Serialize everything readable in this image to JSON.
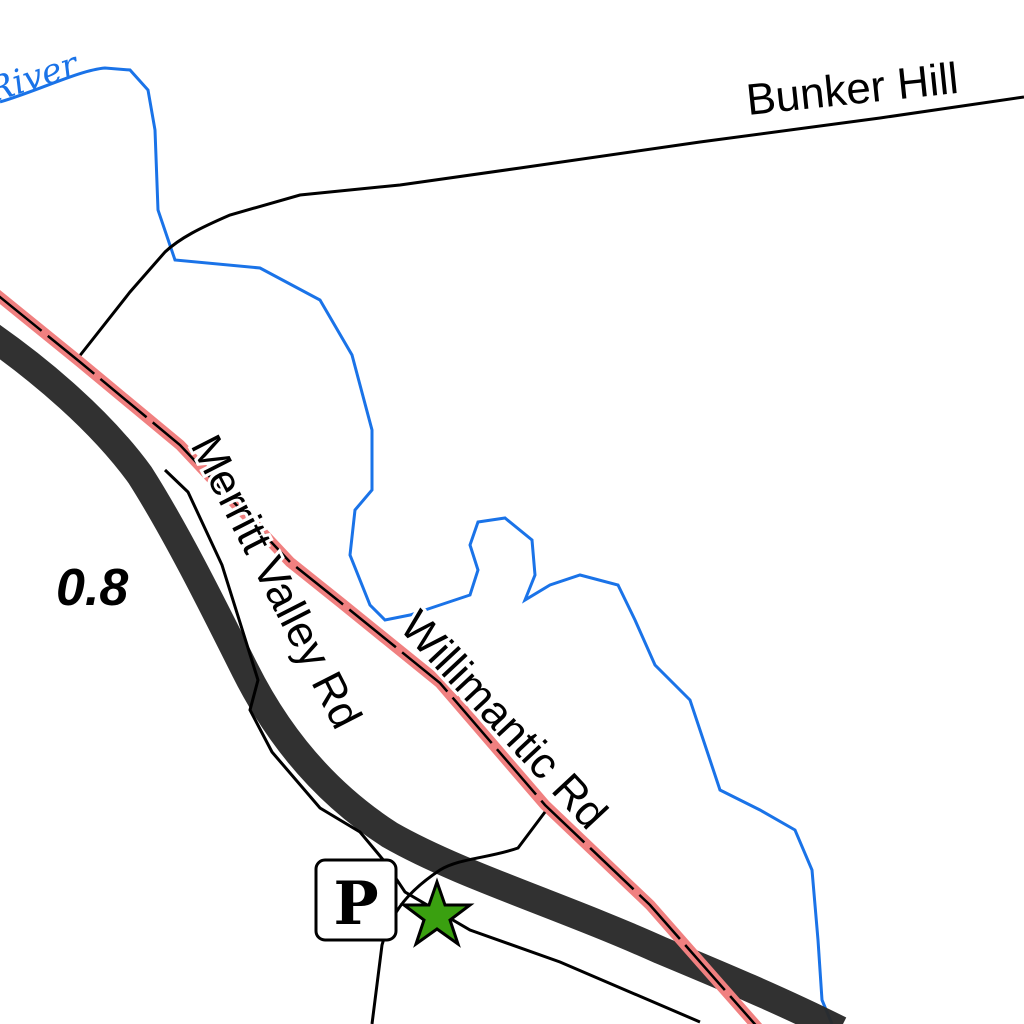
{
  "map": {
    "labels": {
      "river": "River",
      "bunker_hill": "Bunker Hill",
      "merritt_valley": "Merritt Valley Rd",
      "willimantic": "Willimantic Rd",
      "distance": "0.8",
      "parking": "P"
    },
    "colors": {
      "river": "#1a73e8",
      "highway": "#2a2a2a",
      "road_casing": "#f08080",
      "road": "#000000",
      "trailhead_star": "#3aa010"
    },
    "icons": [
      "parking-icon",
      "trailhead-star-icon"
    ]
  }
}
